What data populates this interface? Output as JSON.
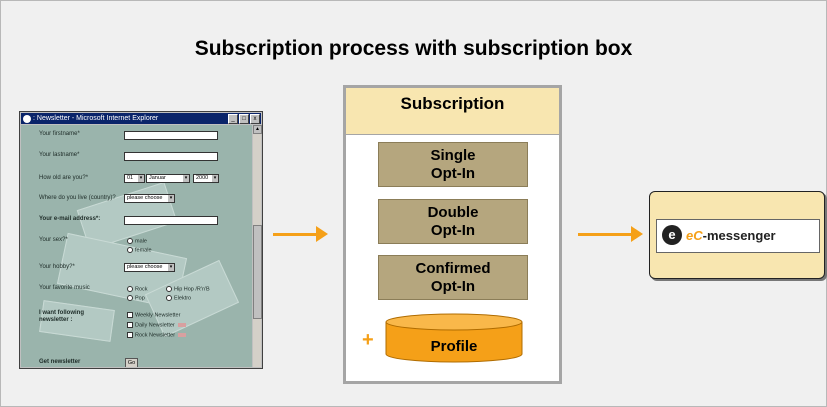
{
  "slide": {
    "title": "Subscription process with subscription box"
  },
  "browser": {
    "window_title": ": Newsletter - Microsoft Internet Explorer",
    "window_buttons": [
      "_",
      "□",
      "x"
    ],
    "form": {
      "firstname_label": "Your firstname*",
      "lastname_label": "Your lastname*",
      "age_label": "How old are you?*",
      "age_day": "01",
      "age_month": "Januar",
      "age_year": "2000",
      "country_label": "Where do you live (country)?",
      "country_value": "please choose",
      "email_label": "Your e-mail address*:",
      "sex_label": "Your sex?*",
      "sex_options": [
        "male",
        "female"
      ],
      "hobby_label": "Your hobby?*",
      "hobby_value": "please choose",
      "music_label": "Your favorite music",
      "music_options": [
        "Rock",
        "Hip Hop /R'n'B",
        "Pop",
        "Elektro"
      ],
      "newsletter_label_line1": "I want following",
      "newsletter_label_line2": "newsletter :",
      "newsletter_options": [
        "Weekly Newsletter",
        "Daily Newsletter",
        "Rock Newsletter"
      ],
      "get_newsletter_label": "Get newsletter",
      "go_button": "Go"
    }
  },
  "subscription_box": {
    "header": "Subscription",
    "steps": [
      {
        "line1": "Single",
        "line2": "Opt-In"
      },
      {
        "line1": "Double",
        "line2": "Opt-In"
      },
      {
        "line1": "Confirmed",
        "line2": "Opt-In"
      }
    ],
    "plus_sign": "+",
    "profile_label": "Profile"
  },
  "ec_messenger": {
    "logo_glyph": "e",
    "logo_prefix": "eC",
    "logo_suffix": "-messenger"
  },
  "colors": {
    "arrow": "#f5a018",
    "header_fill": "#f8e6b0",
    "step_fill": "#b5a67e",
    "profile_fill": "#f5a018",
    "form_background": "#9ab4ac"
  }
}
